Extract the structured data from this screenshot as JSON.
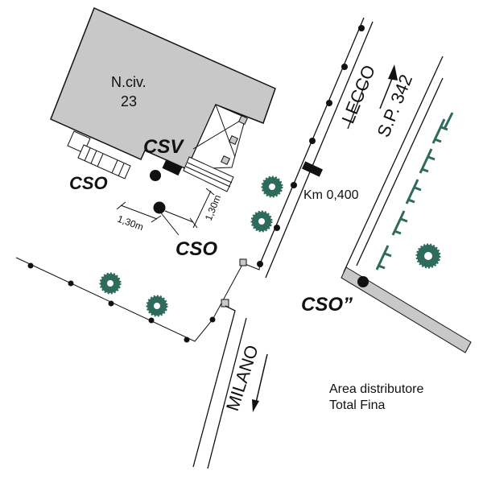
{
  "building": {
    "label_line1": "N.civ.",
    "label_line2": "23"
  },
  "labels": {
    "csv": "CSV",
    "cso_left": "CSO",
    "cso_center": "CSO",
    "cso_right": "CSO”",
    "dim_1": "1,30m",
    "dim_2": "1,30m",
    "km": "Km 0,400",
    "lecco": "LECCO",
    "sp": "S.P. 342",
    "milano": "MILANO",
    "area_line1": "Area distributore",
    "area_line2": "Total Fina"
  },
  "colors": {
    "building": "#c8c8c8",
    "tree": "#2e6b5c",
    "line": "#111111"
  }
}
